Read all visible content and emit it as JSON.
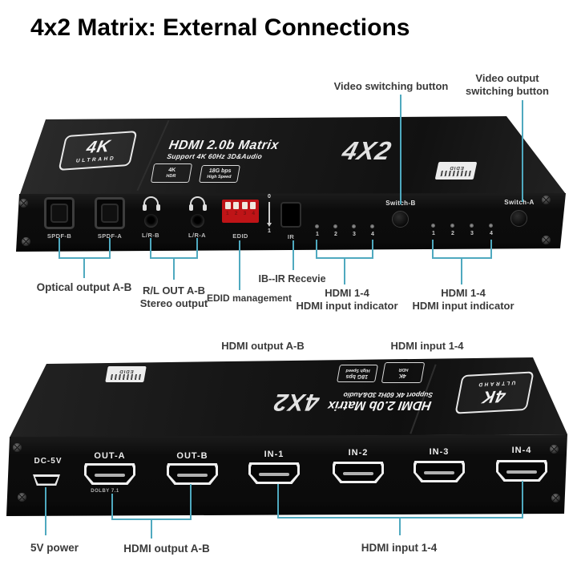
{
  "title": "4x2 Matrix: External Connections",
  "colors": {
    "connector_line": "#4fa9bf",
    "annotation_text": "#3a3a3a",
    "device_body": "#101010",
    "dip_switch_red": "#bf1417"
  },
  "device_branding": {
    "logo_4k": "4K",
    "logo_ultrahd": "ULTRAHD",
    "product": "HDMI 2.0b Matrix",
    "support": "Support 4K 60Hz 3D&Audio",
    "model": "4X2",
    "badge_hdr_line1": "4K",
    "badge_hdr_line2": "HDR",
    "badge_speed_line1": "18G bps",
    "badge_speed_line2": "High Speed",
    "sticker": "EDID"
  },
  "front_panel": {
    "spdif_b": "SPDF-B",
    "spdif_a": "SPDF-A",
    "lr_b": "L/R-B",
    "lr_a": "L/R-A",
    "edid": "EDID",
    "dip_numbers": [
      "1",
      "2",
      "3",
      "4"
    ],
    "dip_zero": "0",
    "dip_one": "1",
    "ir": "IR",
    "led_numbers": [
      "1",
      "2",
      "3",
      "4"
    ],
    "switch_b": "Switch-B",
    "switch_a": "Switch-A"
  },
  "rear_panel": {
    "dc": "DC-5V",
    "out_a": "OUT-A",
    "dolby": "DOLBY 7.1",
    "out_b": "OUT-B",
    "in_1": "IN-1",
    "in_2": "IN-2",
    "in_3": "IN-3",
    "in_4": "IN-4"
  },
  "annotations": {
    "video_switching": "Video switching button",
    "video_output_line1": "Video output",
    "video_output_line2": "switching button",
    "optical": "Optical output A-B",
    "rl_line1": "R/L OUT A-B",
    "rl_line2": "Stereo output",
    "edid_mgmt": "EDID management",
    "ir_receive": "IB--IR Recevie",
    "hdmi_ind_line1": "HDMI 1-4",
    "hdmi_ind_line2": "HDMI input indicator",
    "mid_output": "HDMI output A-B",
    "mid_input": "HDMI input 1-4",
    "power": "5V power",
    "bottom_output": "HDMI output A-B",
    "bottom_input": "HDMI input 1-4"
  }
}
